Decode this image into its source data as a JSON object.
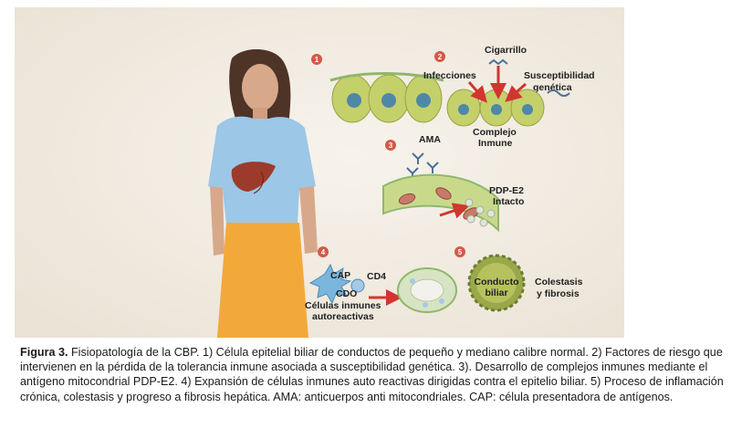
{
  "figure": {
    "steps": [
      "1",
      "2",
      "3",
      "4",
      "5"
    ],
    "labels": {
      "cigarrillo": "Cigarrillo",
      "infecciones": "Infecciones",
      "susceptibilidad_1": "Susceptibilidad",
      "susceptibilidad_2": "genética",
      "complejo_1": "Complejo",
      "complejo_2": "Inmune",
      "ama": "AMA",
      "pdp_1": "PDP-E2",
      "pdp_2": "Intacto",
      "cap": "CAP",
      "cd4": "CD4",
      "cdo": "CDO",
      "celulas_1": "Células inmunes",
      "celulas_2": "autoreactivas",
      "conducto_1": "Conducto",
      "conducto_2": "biliar",
      "colestasis_1": "Colestasis",
      "colestasis_2": "y fibrosis"
    },
    "colors": {
      "background": "#f3eee6",
      "shirt": "#9cc7e6",
      "skirt": "#f3a93a",
      "skin": "#d7a98a",
      "hair": "#4e3327",
      "liver": "#9c3b2c",
      "cell_green": "#c4d06a",
      "nucleus": "#4f88a6",
      "arrow_red": "#d0362f",
      "step_badge": "#d35a4a"
    }
  },
  "caption": {
    "title": "Figura 3.",
    "text": "Fisiopatología de la CBP. 1) Célula epitelial biliar de conductos de pequeño y mediano calibre normal. 2) Factores de riesgo que intervienen en la pérdida de la tolerancia inmune asociada a susceptibilidad genética. 3). Desarrollo de complejos inmunes mediante el antígeno mitocondrial PDP-E2. 4) Expansión de células inmunes auto reactivas dirigidas contra el epitelio biliar. 5) Proceso de inflamación crónica, colestasis y progreso a fibrosis hepática. AMA: anticuerpos anti mitocondriales. CAP: célula presentadora de antígenos."
  }
}
